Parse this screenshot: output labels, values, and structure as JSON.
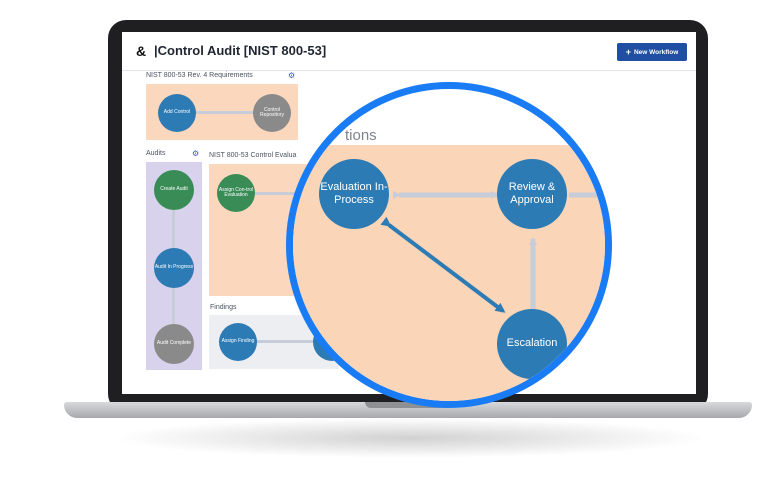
{
  "header": {
    "page_title": "|Control Audit [NIST 800-53]",
    "new_workflow_label": "New Workflow",
    "plus_icon": "+",
    "logo_icon": "&"
  },
  "requirements": {
    "title": "NIST 800-53 Rev. 4 Requirements",
    "nodes": [
      "Add Control",
      "Control Repository"
    ]
  },
  "audits": {
    "title": "Audits",
    "nodes": [
      "Create Audit",
      "Audit In Progress",
      "Audit Complete"
    ]
  },
  "evaluations": {
    "title": "NIST 800-53 Control Evalua",
    "node": "Assign Con-trol Evaluation"
  },
  "findings": {
    "title": "Findings",
    "node": "Assign Finding"
  },
  "magnified": {
    "title": "tions",
    "nodes": [
      "Evaluation In-Process",
      "Review & Approval",
      "Escalation"
    ]
  },
  "colors": {
    "accent": "#1a7cf4",
    "node_blue": "#2d7bb4",
    "node_green": "#3a8c57",
    "node_gray": "#8a8a8a",
    "panel_peach": "#fbd8bd",
    "panel_lavender": "#d9d2ec",
    "button_blue": "#1f4ea3"
  }
}
